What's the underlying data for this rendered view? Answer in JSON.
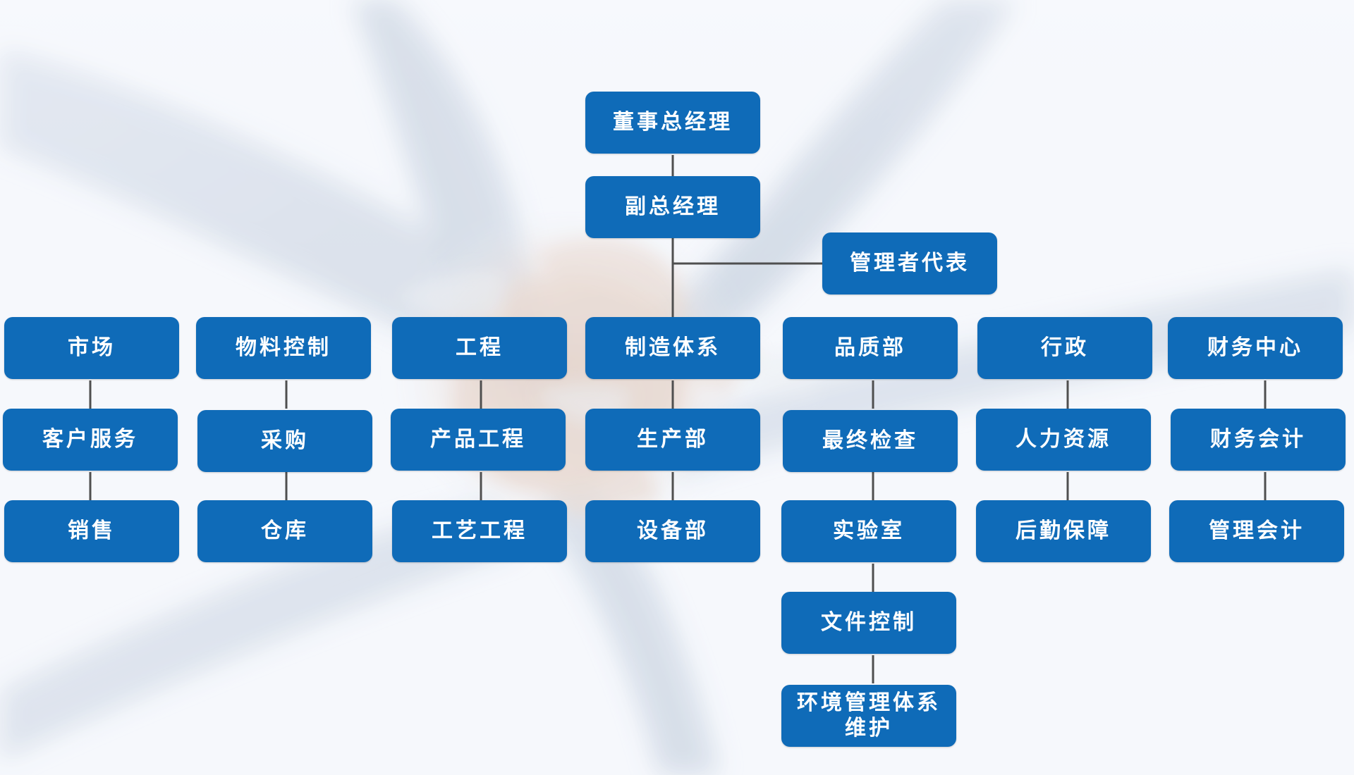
{
  "org_chart": {
    "top": {
      "ceo": "董事总经理",
      "vp": "副总经理",
      "management_rep": "管理者代表"
    },
    "columns": {
      "market": {
        "head": "市场",
        "customer_service": "客户服务",
        "sales": "销售"
      },
      "materials": {
        "head": "物料控制",
        "purchasing": "采购",
        "warehouse": "仓库"
      },
      "engineering": {
        "head": "工程",
        "product_engineering": "产品工程",
        "process_engineering": "工艺工程"
      },
      "manufacturing": {
        "head": "制造体系",
        "production": "生产部",
        "equipment": "设备部"
      },
      "quality": {
        "head": "品质部",
        "final_inspection": "最终检查",
        "lab": "实验室",
        "document_control": "文件控制",
        "env_system": "环境管理体系\n维护"
      },
      "administration": {
        "head": "行政",
        "hr": "人力资源",
        "logistics": "后勤保障"
      },
      "finance": {
        "head": "财务中心",
        "financial_accounting": "财务会计",
        "management_accounting": "管理会计"
      }
    }
  },
  "style": {
    "node_color": "#0f6bb8",
    "line_color": "#4f4f4f",
    "text_color": "#ffffff"
  }
}
